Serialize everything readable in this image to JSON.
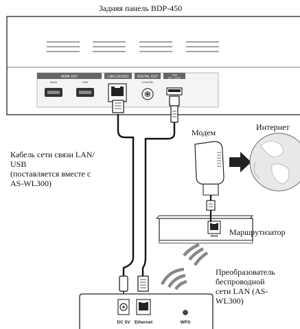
{
  "title": "Задняя панель BDP-450",
  "panel_ports": {
    "hdmi_out": "HDMI OUT",
    "hdmi_main": "MAIN",
    "hdmi_sub": "SUB",
    "lan": "LAN (10/100)",
    "digital_out": "DIGITAL OUT",
    "coaxial": "COAXIAL",
    "usb": "USB",
    "usb_rating": "5 V ⎓ 0.5 A"
  },
  "labels": {
    "cable": [
      "Кабель сети связи LAN/",
      "USB",
      "(поставляется вместе с",
      "AS-WL300)"
    ],
    "modem": "Модем",
    "internet": "Интернет",
    "router": "Маршрутизатор",
    "router_port": "WAN",
    "adapter": [
      "Преобразователь",
      "беспроводной",
      "сети LAN (AS-",
      "WL300)"
    ]
  },
  "adapter_ports": {
    "dc": "DC 5V",
    "ethernet": "Ethernet",
    "wps": "WPS"
  }
}
